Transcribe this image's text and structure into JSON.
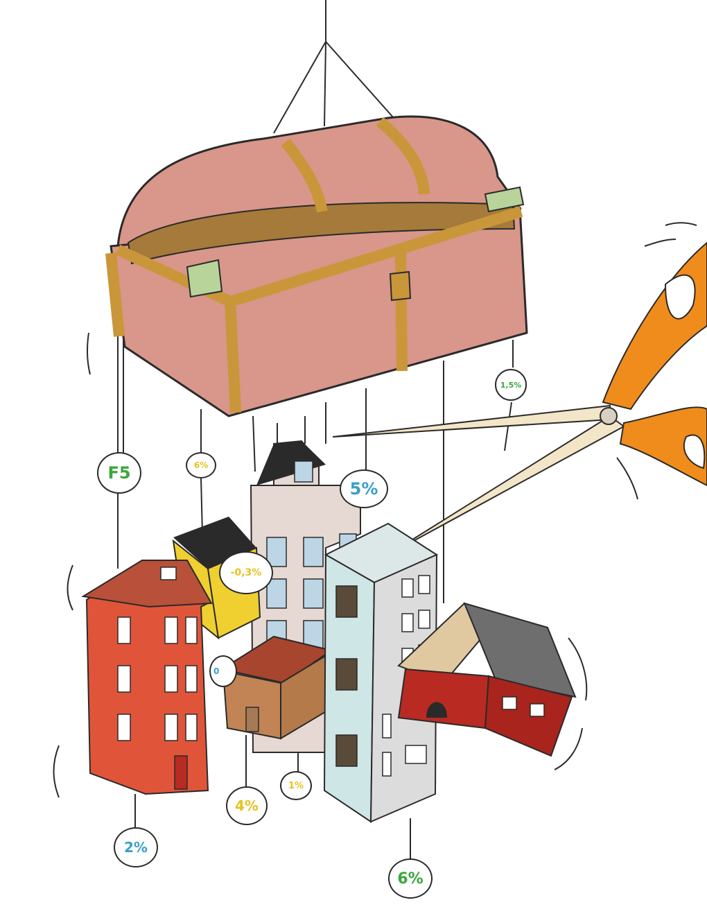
{
  "illustration": {
    "tags": [
      {
        "id": "f5",
        "text": "F5",
        "color": "#3aa83a"
      },
      {
        "id": "t6a",
        "text": "6%",
        "color": "#e8c020"
      },
      {
        "id": "t5",
        "text": "5%",
        "color": "#3a9fc8"
      },
      {
        "id": "t15",
        "text": "1,5%",
        "color": "#3aa83a"
      },
      {
        "id": "tneg",
        "text": "-0,3%",
        "color": "#e8c020"
      },
      {
        "id": "t0",
        "text": "0",
        "color": "#3a9fc8"
      },
      {
        "id": "t1",
        "text": "1%",
        "color": "#e8c020"
      },
      {
        "id": "t4",
        "text": "4%",
        "color": "#e8c020"
      },
      {
        "id": "t2",
        "text": "2%",
        "color": "#3a9fc8"
      },
      {
        "id": "t6b",
        "text": "6%",
        "color": "#3aa83a"
      }
    ],
    "colors": {
      "chest": "#d9968a",
      "brass": "#c9963a",
      "scissor_handle": "#f08c1c",
      "red_house": "#e0553a",
      "yellow_house": "#f0d030",
      "red_cottage": "#b82a22",
      "tall_building": "#cfe6e6",
      "wooden_house": "#b47a4a"
    }
  }
}
